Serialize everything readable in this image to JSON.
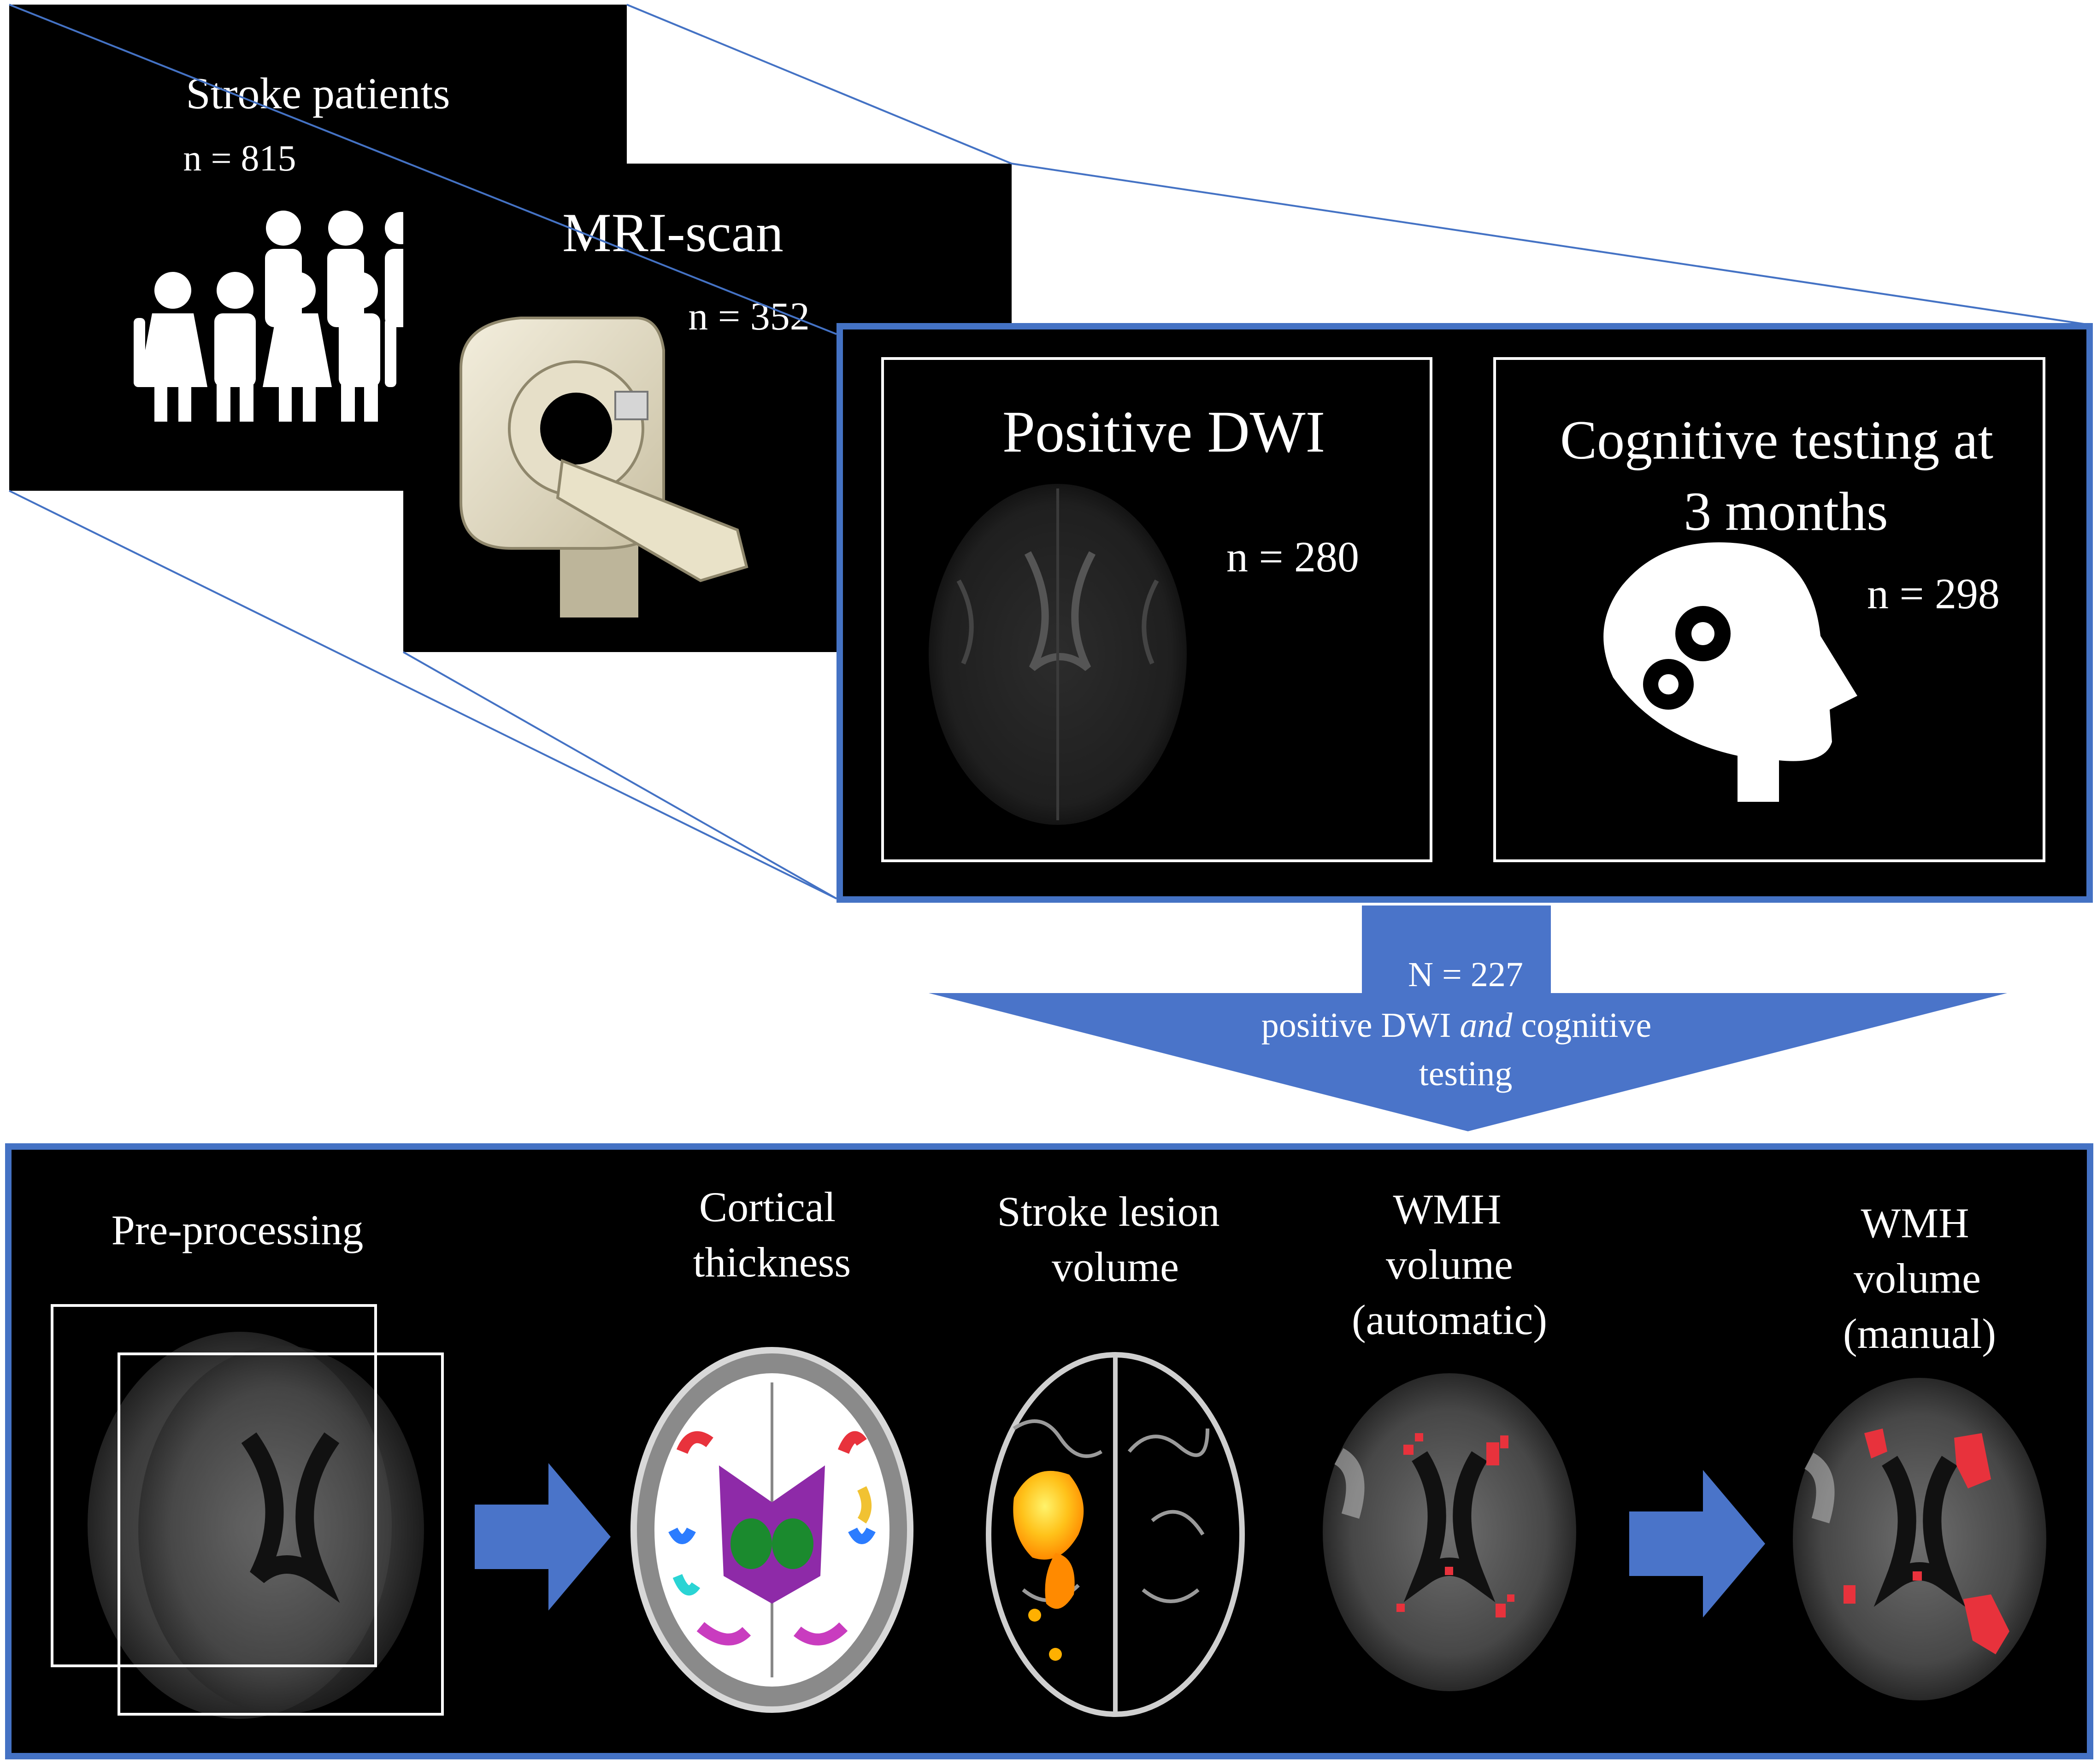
{
  "stroke_patients": {
    "title": "Stroke patients",
    "count": "n = 815"
  },
  "mri_scan": {
    "title": "MRI-scan",
    "count": "n = 352"
  },
  "positive_dwi": {
    "title": "Positive DWI",
    "count": "n = 280"
  },
  "cognitive_testing": {
    "title_line1": "Cognitive testing at",
    "title_line2": "3 months",
    "count": "n = 298"
  },
  "merge_arrow": {
    "count": "N = 227",
    "line2_a": "positive DWI ",
    "line2_em": "and",
    "line2_b": " cognitive",
    "line3": "testing"
  },
  "pipeline": {
    "preprocessing": "Pre-processing",
    "cortical_thickness": [
      "Cortical",
      "thickness"
    ],
    "stroke_lesion_volume": [
      "Stroke lesion",
      "volume"
    ],
    "wmh_automatic": [
      "WMH",
      "volume",
      "(automatic)"
    ],
    "wmh_manual": [
      "WMH",
      "volume",
      "(manual)"
    ]
  },
  "colors": {
    "accent_blue": "#4472C4",
    "arrow_fill": "#4A74C9",
    "panel_black": "#000000",
    "lesion_red": "#E8323C"
  }
}
